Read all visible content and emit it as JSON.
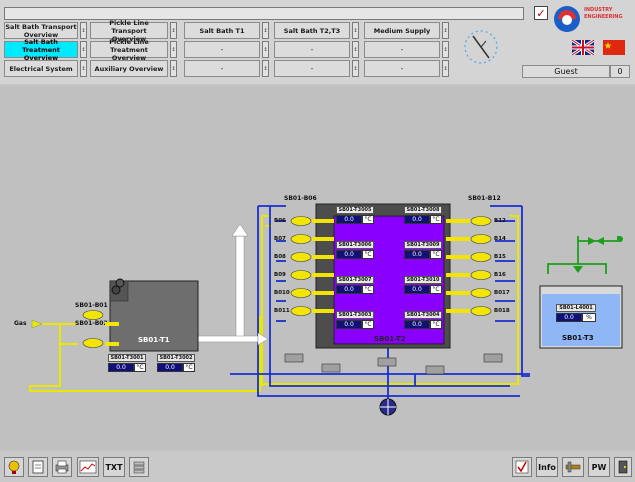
{
  "header": {
    "nav_row1": [
      "Salt Bath Transport\nOverview",
      "Pickle Line Transport\nOverview"
    ],
    "nav_row2": [
      "Salt Bath Treatment\nOverview",
      "Pickle Line Treatment\nOverview"
    ],
    "nav_row3": [
      "Electrical System",
      "Auxiliary Overview"
    ],
    "small_btn_glyph": "↕",
    "tiles": [
      "Salt Bath T1",
      "Salt Bath T2,T3",
      "Medium Supply"
    ],
    "tile_values": [
      "-",
      "-",
      "-"
    ],
    "checkbox_mark": "✓",
    "logo_text": "INDUSTRY\nENGINEERING",
    "user": "Guest",
    "user_level": "0"
  },
  "process": {
    "gas_label": "Gas",
    "tank1": "SB01-T1",
    "tank2": "SB01-T2",
    "tank3": "SB01-T3",
    "burners_t1": [
      "SB01-B01",
      "SB01-B02"
    ],
    "burners_left_header": "SB01-B06",
    "burners_left": [
      "B06",
      "B07",
      "B08",
      "B09",
      "B010",
      "B011"
    ],
    "burners_right_header": "SB01-B12",
    "burners_right": [
      "B12",
      "B14",
      "B15",
      "B16",
      "B017",
      "B018"
    ],
    "sensors_t1": [
      {
        "tag": "SB01-T3001",
        "value": "0.0",
        "unit": "°C"
      },
      {
        "tag": "SB01-T3002",
        "value": "0.0",
        "unit": "°C"
      }
    ],
    "sensors_t2": [
      {
        "tag": "SB01-T3005",
        "value": "0.0",
        "unit": "°C"
      },
      {
        "tag": "SB01-T3008",
        "value": "0.0",
        "unit": "°C"
      },
      {
        "tag": "SB01-T3006",
        "value": "0.0",
        "unit": "°C"
      },
      {
        "tag": "SB01-T3009",
        "value": "0.0",
        "unit": "°C"
      },
      {
        "tag": "SB01-T3007",
        "value": "0.0",
        "unit": "°C"
      },
      {
        "tag": "SB01-T3010",
        "value": "0.0",
        "unit": "°C"
      },
      {
        "tag": "SB01-T3003",
        "value": "0.0",
        "unit": "°C"
      },
      {
        "tag": "SB01-T3004",
        "value": "0.0",
        "unit": "°C"
      }
    ],
    "level_t3": {
      "tag": "SB01-L4001",
      "value": "0.0",
      "unit": "%"
    }
  },
  "toolbar": {
    "txt_label": "TXT",
    "info_label": "Info",
    "pw_label": "PW"
  },
  "colors": {
    "gas_line": "#e8e800",
    "burner": "#f2e600",
    "tank2_salt": "#8a00ff",
    "tank3_water": "#8fb6f5",
    "pipe_blue": "#1a2fd0",
    "pipe_green": "#1aa01a",
    "active_nav": "#00eaff"
  }
}
